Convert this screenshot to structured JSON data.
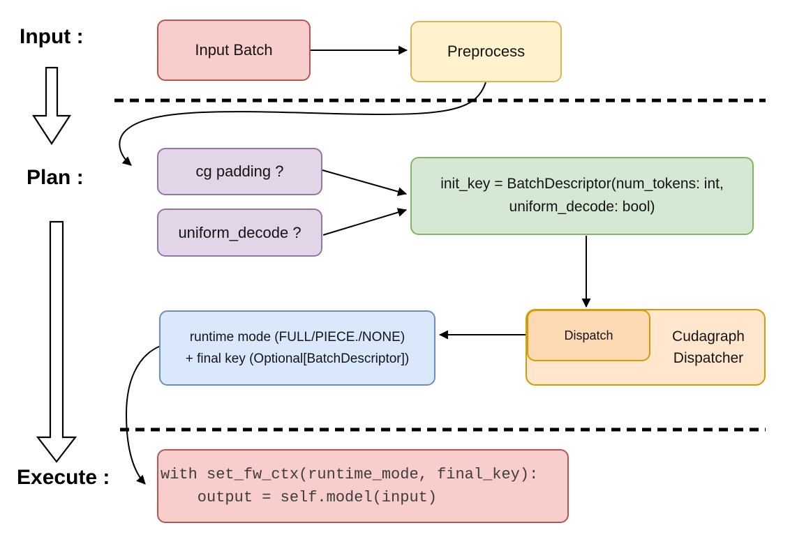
{
  "diagram": {
    "stage_labels": {
      "input": "Input :",
      "plan": "Plan :",
      "execute": "Execute :"
    },
    "nodes": {
      "input_batch": {
        "label": "Input Batch"
      },
      "preprocess": {
        "label": "Preprocess"
      },
      "cg_padding": {
        "label": "cg padding ?"
      },
      "uniform_decode": {
        "label": "uniform_decode ?"
      },
      "init_key": {
        "line1": "init_key = BatchDescriptor(num_tokens: int,",
        "line2": "uniform_decode: bool)"
      },
      "dispatch": {
        "label": "Dispatch"
      },
      "cudagraph_dispatcher": {
        "line1": "Cudagraph",
        "line2": "Dispatcher"
      },
      "runtime_result": {
        "line1": "runtime mode (FULL/PIECE./NONE)",
        "line2": "+ final key (Optional[BatchDescriptor])"
      },
      "execute_code": {
        "line1": "with set_fw_ctx(runtime_mode, final_key):",
        "line2": "    output = self.model(input)"
      }
    },
    "palette": {
      "red_fill": "#f8cecc",
      "red_stroke": "#b85450",
      "yellow_fill": "#fff2cc",
      "yellow_stroke": "#d6b656",
      "purple_fill": "#e1d5e7",
      "purple_stroke": "#9673a6",
      "green_fill": "#d5e8d4",
      "green_stroke": "#82b366",
      "orange_fill": "#ffe6cc",
      "orange_inner_fill": "#ffd9b3",
      "orange_stroke": "#d79b00",
      "blue_fill": "#dae8fc",
      "blue_stroke": "#6c8ebf",
      "connector_color": "#000000"
    }
  }
}
